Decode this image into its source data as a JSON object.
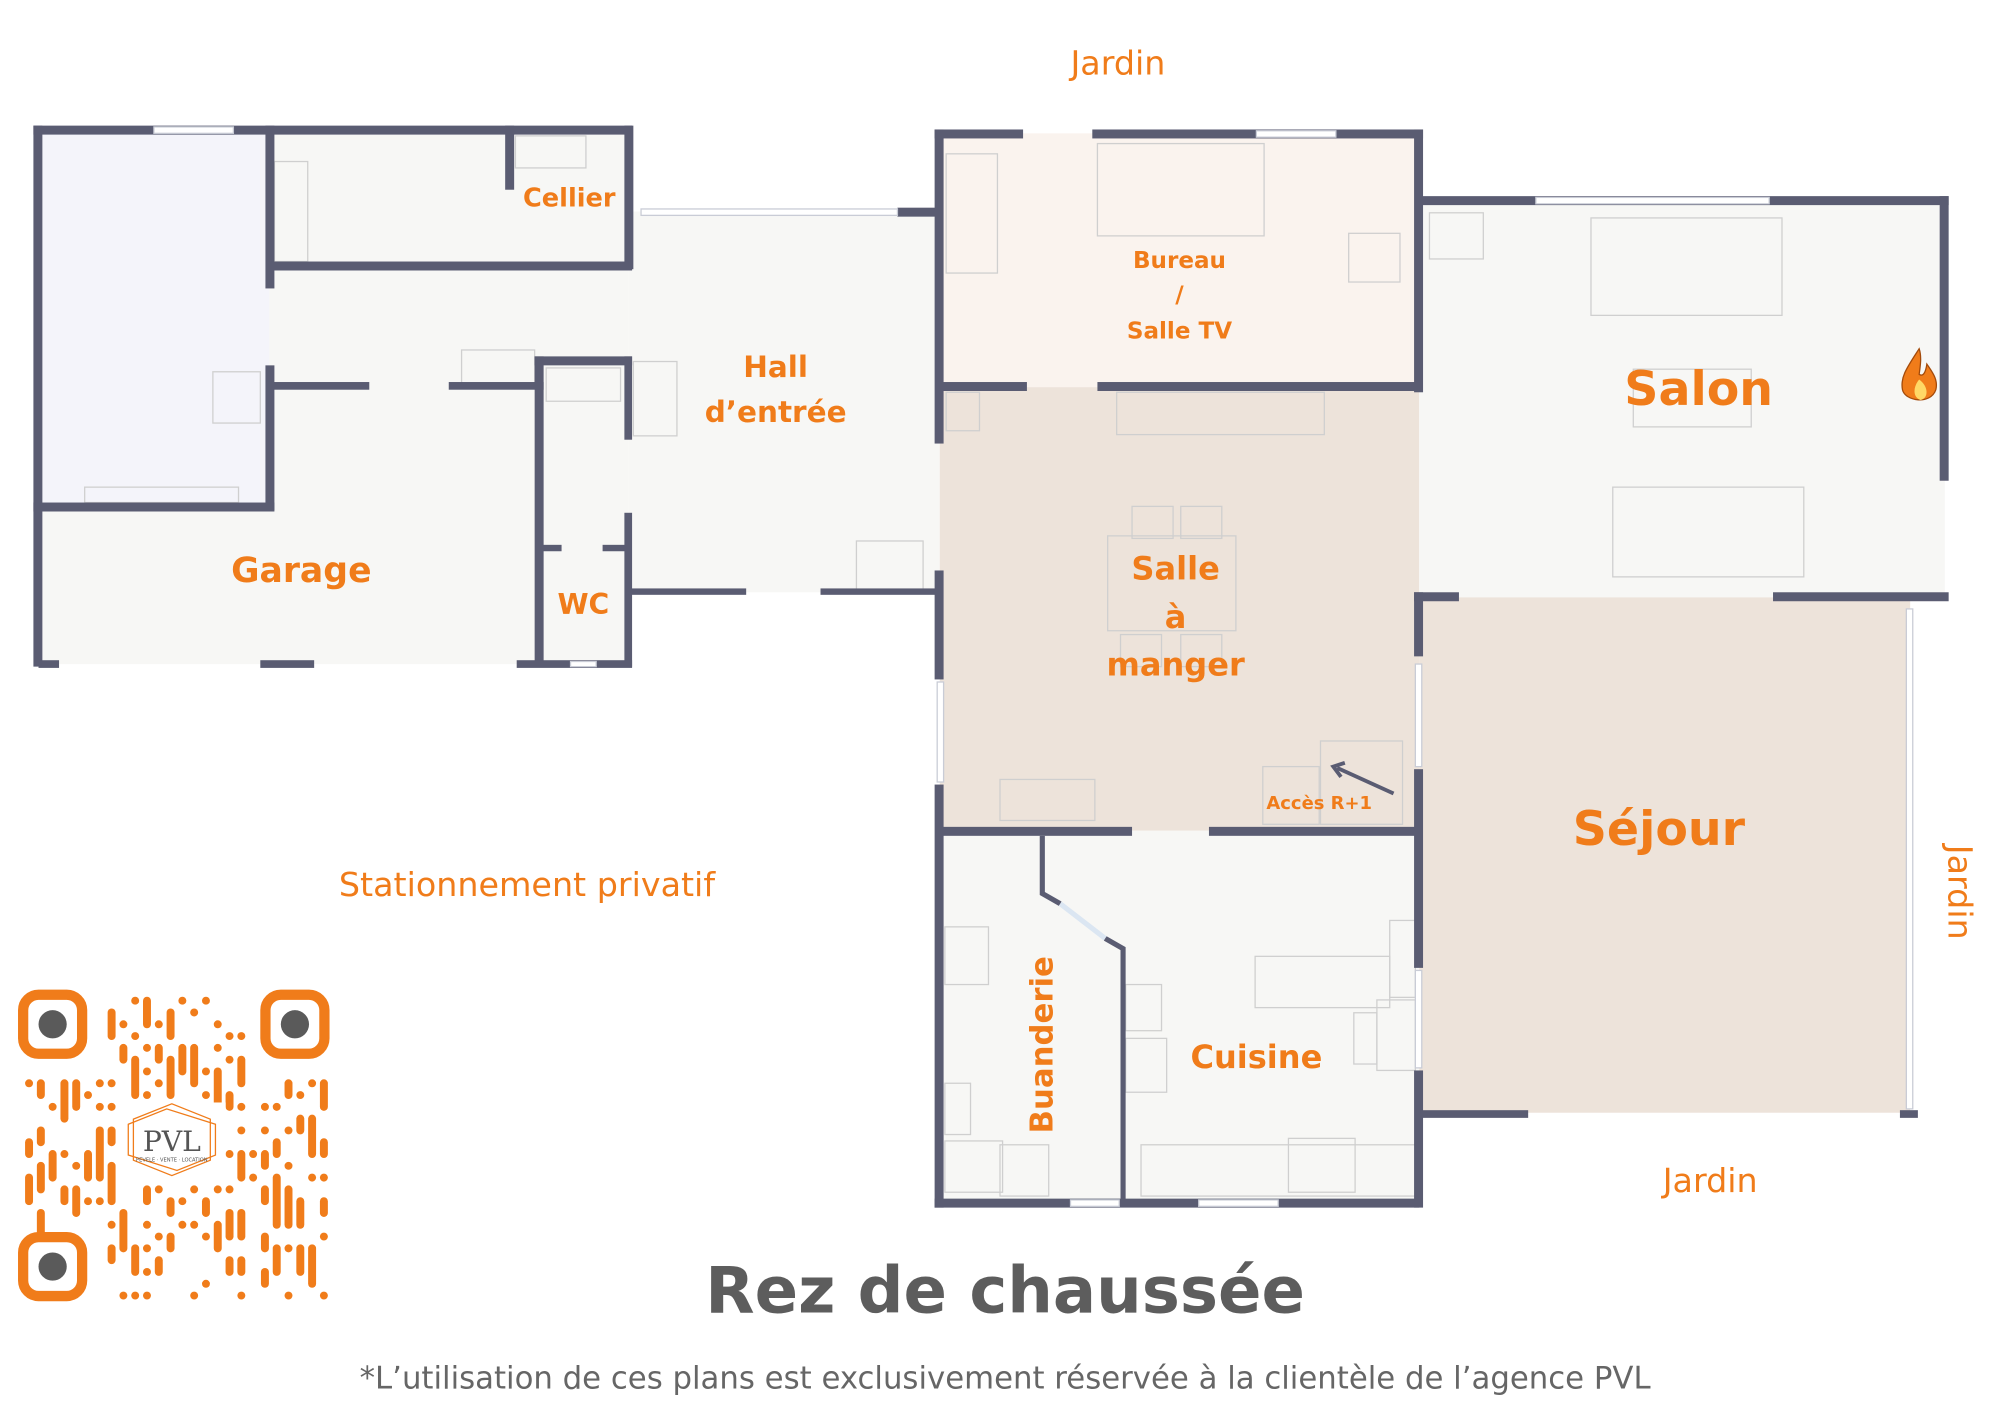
{
  "plan": {
    "title": "Rez de chaussée",
    "disclaimer": "*L’utilisation de ces plans est exclusivement réservée à la clientèle de l’agence PVL",
    "rooms": {
      "garage": "Garage",
      "cellier": "Cellier",
      "wc": "WC",
      "hall_1": "Hall",
      "hall_2": "d’entrée",
      "bureau_1": "Bureau",
      "bureau_2": "/",
      "bureau_3": "Salle TV",
      "salle_1": "Salle",
      "salle_2": "à",
      "salle_3": "manger",
      "acces": "Accès R+1",
      "salon": "Salon",
      "sejour": "Séjour",
      "buanderie": "Buanderie",
      "cuisine": "Cuisine"
    },
    "outside": {
      "jardin_top": "Jardin",
      "jardin_right": "Jardin",
      "jardin_bottom": "Jardin",
      "parking": "Stationnement privatif"
    }
  },
  "qr": {
    "logo_text": "PVL",
    "logo_subtitle": "PEVELE · VENTE · LOCATION"
  },
  "colors": {
    "accent": "#f07c1a",
    "wall": "#5a5c72",
    "title": "#5d5d5d"
  }
}
